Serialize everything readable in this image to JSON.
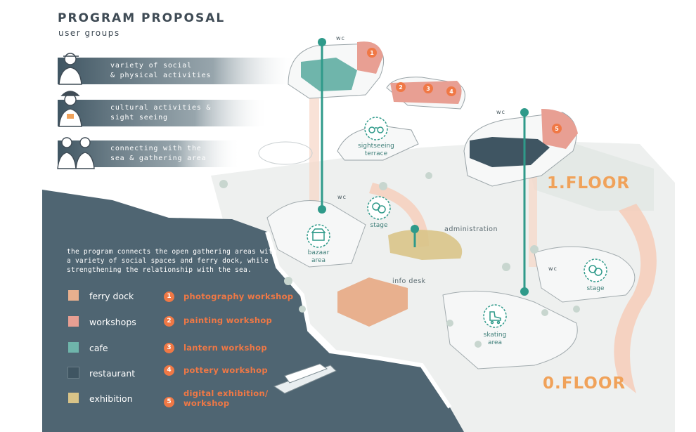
{
  "header": {
    "title": "PROGRAM PROPOSAL",
    "subtitle": "user groups"
  },
  "user_groups": [
    {
      "line1": "variety of social",
      "line2": "& physical activities",
      "icon": "youth-person-icon"
    },
    {
      "line1": "cultural activities &",
      "line2": "sight seeing",
      "icon": "tourist-person-icon"
    },
    {
      "line1": "connecting with the",
      "line2": "sea & gathering area",
      "icon": "couple-icon"
    }
  ],
  "description": "the program connects the open gathering areas with a variety of social spaces and ferry dock, while strengthening the relationship with the sea.",
  "legend": [
    {
      "label": "ferry dock",
      "color": "#e8b08e"
    },
    {
      "label": "workshops",
      "color": "#e89f93"
    },
    {
      "label": "cafe",
      "color": "#6fb5ab"
    },
    {
      "label": "restaurant",
      "color": "#3f5562"
    },
    {
      "label": "exhibition",
      "color": "#d9c488"
    }
  ],
  "workshops": [
    {
      "num": "1",
      "label": "photography workshop"
    },
    {
      "num": "2",
      "label": "painting workshop"
    },
    {
      "num": "3",
      "label": "lantern workshop"
    },
    {
      "num": "4",
      "label": "pottery workshop"
    },
    {
      "num": "5",
      "line1": "digital exhibition/",
      "line2": "workshop"
    }
  ],
  "floors": {
    "first": "1.FLOOR",
    "ground": "0.FLOOR"
  },
  "map_labels": {
    "sightseeing_line1": "sightseeing",
    "sightseeing_line2": "terrace",
    "stage": "stage",
    "bazaar_line1": "bazaar",
    "bazaar_line2": "area",
    "administration": "administration",
    "info_desk": "info desk",
    "skating_line1": "skating",
    "skating_line2": "area",
    "wc": "wc"
  },
  "colors": {
    "sea": "#4f6572",
    "accent_teal": "#2f9a8a",
    "accent_orange": "#f07845",
    "floor_label": "#f0a25a",
    "title": "#3f4b55"
  }
}
